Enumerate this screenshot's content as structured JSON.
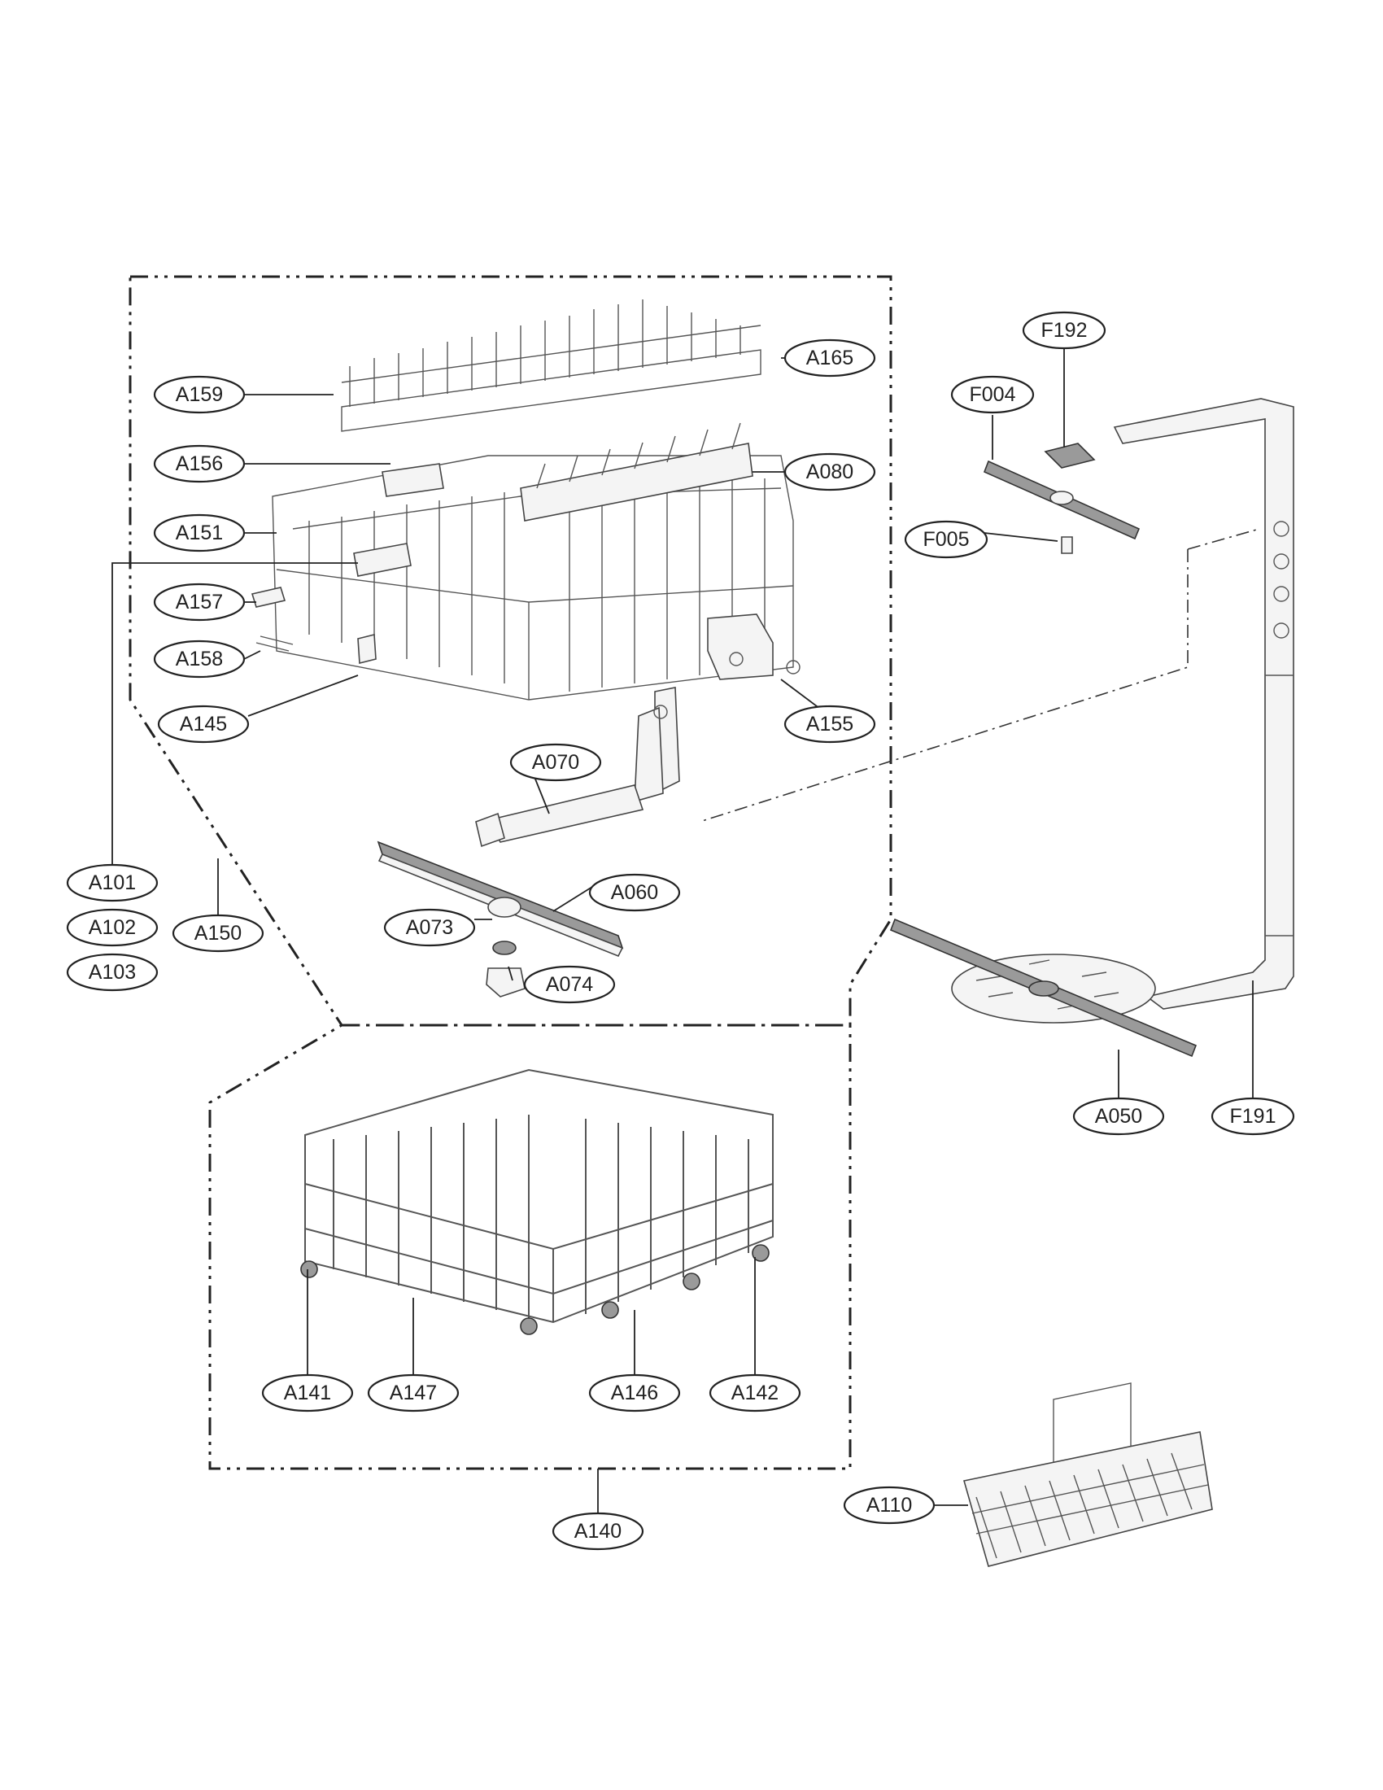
{
  "labels": {
    "A159": "A159",
    "A165": "A165",
    "A156": "A156",
    "A080": "A080",
    "A151": "A151",
    "A157": "A157",
    "A158": "A158",
    "A145": "A145",
    "A155": "A155",
    "A070": "A070",
    "A060": "A060",
    "A073": "A073",
    "A074": "A074",
    "A101": "A101",
    "A102": "A102",
    "A103": "A103",
    "A150": "A150",
    "F192": "F192",
    "F004": "F004",
    "F005": "F005",
    "A050": "A050",
    "F191": "F191",
    "A141": "A141",
    "A147": "A147",
    "A146": "A146",
    "A142": "A142",
    "A140": "A140",
    "A110": "A110"
  }
}
